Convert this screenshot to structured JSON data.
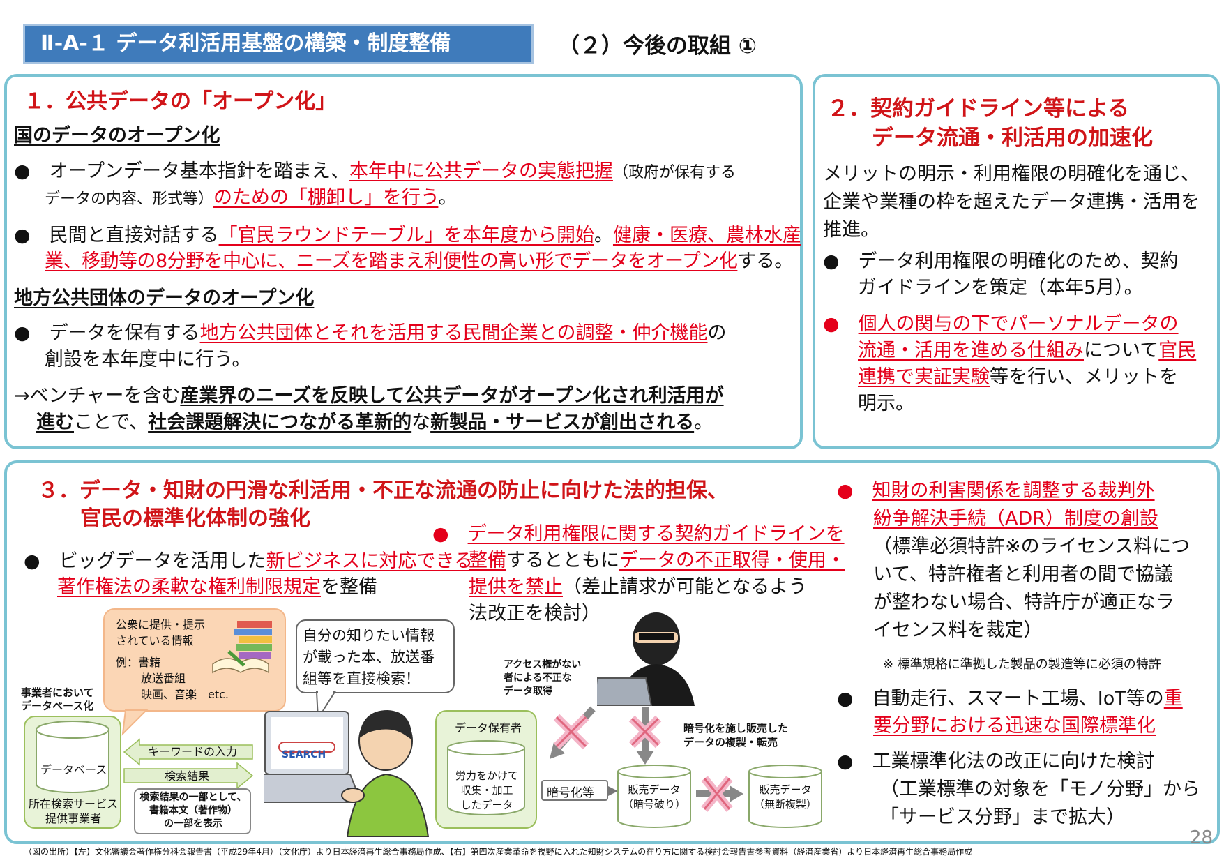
{
  "header": {
    "section_tag": "Ⅱ-A-１ データ利活用基盤の構築・制度整備",
    "subtitle": "（２）今後の取組 ①"
  },
  "box1": {
    "heading": "１．公共データの「オープン化」",
    "sub1": "国のデータのオープン化",
    "b1_p1": "オープンデータ基本指針を踏まえ、",
    "b1_r1": "本年中に公共データの実態把握",
    "b1_small1": "（政府が保有する",
    "b1_small2": "データの内容、形式等）",
    "b1_r2": "のための「棚卸し」を行う",
    "b1_end": "。",
    "b2_p1": "民間と直接対話する",
    "b2_r1": "「官民ラウンドテーブル」を本年度から開始",
    "b2_p2": "。",
    "b2_r2a": "健康・医療、農林水産",
    "b2_r2b": "業、移動等の8分野を中心に、ニーズを踏まえ利便性の高い形でデータをオープン化",
    "b2_end": "する。",
    "sub2": "地方公共団体のデータのオープン化",
    "b3_p1": "データを保有する",
    "b3_r1": "地方公共団体とそれを活用する民間企業との調整・仲介機能",
    "b3_p2": "の",
    "b3_p3": "創設を本年度中に行う。",
    "arrow_p1": "→ベンチャーを含む",
    "arrow_b1": "産業界のニーズを反映して公共データがオープン化され利活用が",
    "arrow_b2": "進む",
    "arrow_p2": "ことで、",
    "arrow_b3": "社会課題解決につながる革新的",
    "arrow_p3": "な",
    "arrow_b4": "新製品・サービスが創出される",
    "arrow_end": "。"
  },
  "box2": {
    "heading1": "２．契約ガイドライン等による",
    "heading2": "データ流通・利活用の加速化",
    "intro1": "メリットの明示・利用権限の明確化を通じ、",
    "intro2": "企業や業種の枠を超えたデータ連携・活用を",
    "intro3": "推進。",
    "b1_l1": "データ利用権限の明確化のため、契約",
    "b1_l2": "ガイドラインを策定（本年5月）。",
    "b2_r1": "個人の関与の下でパーソナルデータの",
    "b2_r2": "流通・活用を進める仕組み",
    "b2_p1": "について",
    "b2_r3": "官民",
    "b2_r4": "連携で実証実験",
    "b2_p2": "等を行い、メリットを",
    "b2_p3": "明示。"
  },
  "box3": {
    "heading1": "３．データ・知財の円滑な利活用・不正な流通の防止に向けた法的担保、",
    "heading2": "官民の標準化体制の強化",
    "left_p1": "ビッグデータを活用した",
    "left_r1": "新ビジネスに対応できる",
    "left_r2": "著作権法の柔軟な権利制限規定",
    "left_p2": "を整備",
    "mid_r1": "データ利用権限に関する契約ガイドラインを",
    "mid_r2": "整備",
    "mid_p1": "するとともに",
    "mid_r3": "データの不正取得・使用・",
    "mid_r4": "提供を禁止",
    "mid_p2": "（差止請求が可能となるよう",
    "mid_p3": "法改正を検討）",
    "right_r1": "知財の利害関係を調整する裁判外",
    "right_r2": "紛争解決手続（ADR）制度の創設",
    "right_p1": "（標準必須特許※のライセンス料につ",
    "right_p2": "いて、特許権者と利用者の間で協議",
    "right_p3": "が整わない場合、特許庁が適正なラ",
    "right_p4": "イセンス料を裁定）",
    "right_note": "※ 標準規格に準拠した製品の製造等に必須の特許",
    "right_b2_p": "自動走行、スマート工場、IoT等の",
    "right_b2_r1": "重",
    "right_b2_r2": "要分野における迅速な国際標準化",
    "right_b3_1": "工業標準化法の改正に向けた検討",
    "right_b3_2": "（工業標準の対象を「モノ分野」から",
    "right_b3_3": "「サービス分野」まで拡大）"
  },
  "diagram_left": {
    "bubble1": "公衆に提供・提示",
    "bubble2": "されている情報",
    "bubble3": "例：書籍",
    "bubble4": "放送番組",
    "bubble5": "映画、音楽　etc.",
    "bubble_search1": "自分の知りたい情報",
    "bubble_search2": "が載った本、放送番",
    "bubble_search3": "組等を直接検索！",
    "db_label1": "事業者において",
    "db_label2": "データベース化",
    "db_name": "データベース",
    "provider1": "所在検索サービス",
    "provider2": "提供事業者",
    "arrow_kw": "キーワードの入力",
    "arrow_result": "検索結果",
    "result_note1": "検索結果の一部として、",
    "result_note2": "書籍本文（著作物）",
    "result_note3": "の一部を表示",
    "search_word": "SEARCH"
  },
  "diagram_mid": {
    "unauth1": "アクセス権がない",
    "unauth2": "者による不正な",
    "unauth3": "データ取得",
    "holder": "データ保有者",
    "data1": "労力をかけて",
    "data2": "収集・加工",
    "data3": "したデータ",
    "encrypt": "暗号化等",
    "sale1a": "販売データ",
    "sale1b": "（暗号破り）",
    "sale2a": "販売データ",
    "sale2b": "（無断複製）",
    "crack1": "暗号化を施し販売した",
    "crack2": "データの複製・転売"
  },
  "footer": {
    "source": "（図の出所）【左】文化審議会著作権分科会報告書（平成29年4月）（文化庁）より日本経済再生総合事務局作成、【右】第四次産業革命を視野に入れた知財システムの在り方に関する検討会報告書参考資料（経済産業省）より日本経済再生総合事務局作成",
    "page": "28"
  },
  "colors": {
    "tag_bg": "#3f7bbb",
    "box_border": "#7ac3d3",
    "accent_red": "#e4001b"
  }
}
